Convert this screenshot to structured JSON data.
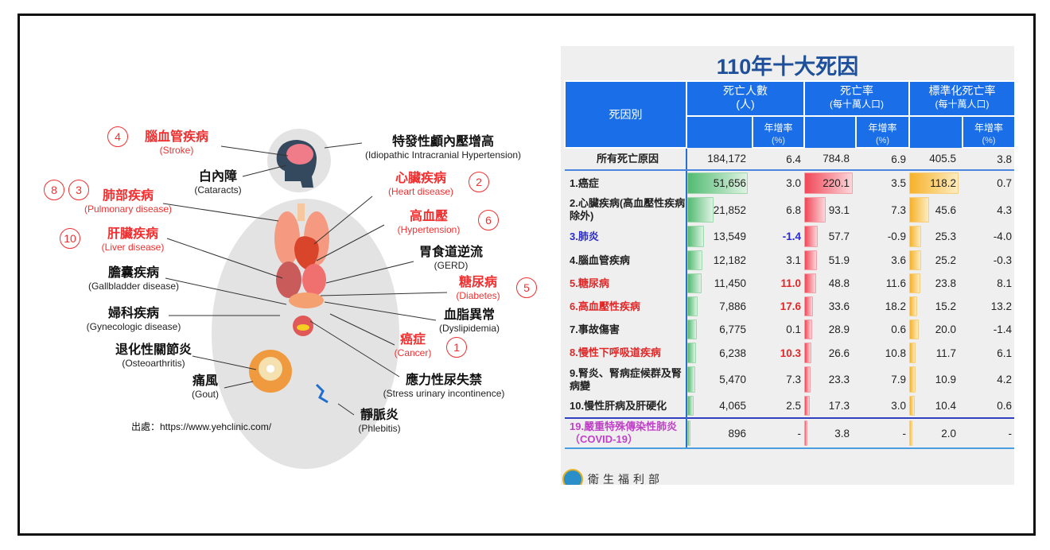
{
  "infographic": {
    "labels": [
      {
        "zh": "腦血管疾病",
        "en": "(Stroke)",
        "red": true
      },
      {
        "zh": "特發性顱內壓增高",
        "en": "(Idiopathic Intracranial Hypertension)",
        "red": false
      },
      {
        "zh": "白內障",
        "en": "(Cataracts)",
        "red": false
      },
      {
        "zh": "心臟疾病",
        "en": "(Heart disease)",
        "red": true
      },
      {
        "zh": "肺部疾病",
        "en": "(Pulmonary disease)",
        "red": true
      },
      {
        "zh": "高血壓",
        "en": "(Hypertension)",
        "red": true
      },
      {
        "zh": "肝臟疾病",
        "en": "(Liver disease)",
        "red": true
      },
      {
        "zh": "胃食道逆流",
        "en": "(GERD)",
        "red": false
      },
      {
        "zh": "膽囊疾病",
        "en": "(Gallbladder disease)",
        "red": false
      },
      {
        "zh": "糖尿病",
        "en": "(Diabetes)",
        "red": true
      },
      {
        "zh": "婦科疾病",
        "en": "(Gynecologic disease)",
        "red": false
      },
      {
        "zh": "血脂異常",
        "en": "(Dyslipidemia)",
        "red": false
      },
      {
        "zh": "癌症",
        "en": "(Cancer)",
        "red": true
      },
      {
        "zh": "退化性關節炎",
        "en": "(Osteoarthritis)",
        "red": false
      },
      {
        "zh": "痛風",
        "en": "(Gout)",
        "red": false
      },
      {
        "zh": "應力性尿失禁",
        "en": "(Stress urinary incontinence)",
        "red": false
      },
      {
        "zh": "靜脈炎",
        "en": "(Phlebitis)",
        "red": false
      }
    ],
    "ranks": [
      "4",
      "2",
      "8",
      "3",
      "6",
      "10",
      "5",
      "1"
    ],
    "source": "出處：https://www.yehclinic.com/",
    "colors": {
      "red": "#f03030",
      "silhouette": "#e3e3e3"
    }
  },
  "table": {
    "title": "110年十大死因",
    "headers": {
      "cause": "死因別",
      "count": "死亡人數",
      "count_unit": "(人)",
      "rate": "死亡率",
      "rate_unit": "(每十萬人口)",
      "std": "標準化死亡率",
      "std_unit": "(每十萬人口)",
      "growth": "年增率",
      "growth_unit": "(%)"
    },
    "all_row": {
      "name": "所有死亡原因",
      "count": "184,172",
      "count_pct": "6.4",
      "rate": "784.8",
      "rate_pct": "6.9",
      "std": "405.5",
      "std_pct": "3.8"
    },
    "rows": [
      {
        "name": "1.癌症",
        "count": "51,656",
        "count_pct": "3.0",
        "rate": "220.1",
        "rate_pct": "3.5",
        "std": "118.2",
        "std_pct": "0.7",
        "color": "#222222"
      },
      {
        "name": "2.心臟疾病(高血壓性疾病除外)",
        "count": "21,852",
        "count_pct": "6.8",
        "rate": "93.1",
        "rate_pct": "7.3",
        "std": "45.6",
        "std_pct": "4.3",
        "color": "#222222"
      },
      {
        "name": "3.肺炎",
        "count": "13,549",
        "count_pct": "-1.4",
        "rate": "57.7",
        "rate_pct": "-0.9",
        "std": "25.3",
        "std_pct": "-4.0",
        "color": "#2a2ad0"
      },
      {
        "name": "4.腦血管疾病",
        "count": "12,182",
        "count_pct": "3.1",
        "rate": "51.9",
        "rate_pct": "3.6",
        "std": "25.2",
        "std_pct": "-0.3",
        "color": "#222222"
      },
      {
        "name": "5.糖尿病",
        "count": "11,450",
        "count_pct": "11.0",
        "rate": "48.8",
        "rate_pct": "11.6",
        "std": "23.8",
        "std_pct": "8.1",
        "color": "#e02828"
      },
      {
        "name": "6.高血壓性疾病",
        "count": "7,886",
        "count_pct": "17.6",
        "rate": "33.6",
        "rate_pct": "18.2",
        "std": "15.2",
        "std_pct": "13.2",
        "color": "#e02828"
      },
      {
        "name": "7.事故傷害",
        "count": "6,775",
        "count_pct": "0.1",
        "rate": "28.9",
        "rate_pct": "0.6",
        "std": "20.0",
        "std_pct": "-1.4",
        "color": "#222222"
      },
      {
        "name": "8.慢性下呼吸道疾病",
        "count": "6,238",
        "count_pct": "10.3",
        "rate": "26.6",
        "rate_pct": "10.8",
        "std": "11.7",
        "std_pct": "6.1",
        "color": "#e02828"
      },
      {
        "name": "9.腎炎、腎病症候群及腎病變",
        "count": "5,470",
        "count_pct": "7.3",
        "rate": "23.3",
        "rate_pct": "7.9",
        "std": "10.9",
        "std_pct": "4.2",
        "color": "#222222"
      },
      {
        "name": "10.慢性肝病及肝硬化",
        "count": "4,065",
        "count_pct": "2.5",
        "rate": "17.3",
        "rate_pct": "3.0",
        "std": "10.4",
        "std_pct": "0.6",
        "color": "#222222"
      }
    ],
    "covid_row": {
      "name": "19.嚴重特殊傳染性肺炎（COVID-19）",
      "count": "896",
      "count_pct": "-",
      "rate": "3.8",
      "rate_pct": "-",
      "std": "2.0",
      "std_pct": "-",
      "color": "#c040c8"
    },
    "ministry": "衛生福利部",
    "colors": {
      "header": "#1a6fe8",
      "count_bar": "#52bb72",
      "rate_bar": "#f04858",
      "std_bar": "#f6b22a"
    }
  }
}
